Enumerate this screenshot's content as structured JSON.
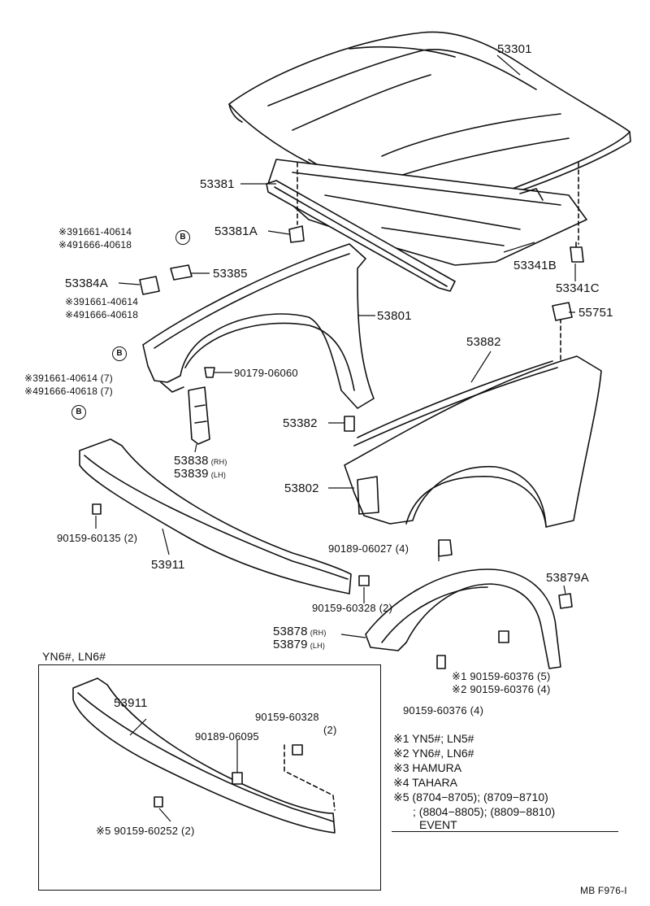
{
  "diagram_ref": "MB F976-I",
  "parts": {
    "hood": "53301",
    "hood_seal": "53381",
    "hood_cushion": "53381A",
    "hood_insulator": "53341B",
    "insulator_retainer": "53341C",
    "fender_liner_cover": "55751",
    "fender_rh": "53801",
    "fender_lh": "53802",
    "fender_moulding": "53882",
    "fender_stopper": "53382",
    "cushion_53384A": "53384A",
    "clip_53385": "53385",
    "screw_90179": "90179-06060",
    "bracket_rh": "53838",
    "bracket_lh": "53839",
    "bumper_lower": "53911",
    "bolt_60135": "90159-60135",
    "bolt_60135_qty": "(2)",
    "nut_06027": "90189-06027",
    "nut_06027_qty": "(4)",
    "bolt_60328": "90159-60328",
    "bolt_60328_qty": "(2)",
    "liner_clip": "53879A",
    "liner_rh": "53878",
    "liner_lh": "53879",
    "bolt_60376_a": "90159-60376",
    "bolt_60376_a_qty": "(5)",
    "bolt_60376_b": "90159-60376",
    "bolt_60376_b_qty": "(4)",
    "bolt_60376_c": "90159-60376",
    "bolt_60376_c_qty": "(4)",
    "rh": "(RH)",
    "lh": "(LH)"
  },
  "group_top": {
    "a1_mark": "※3",
    "a1_part": "91661-40614",
    "a2_mark": "※4",
    "a2_part": "91666-40618",
    "b1_mark": "※3",
    "b1_part": "91661-40614",
    "b2_mark": "※4",
    "b2_part": "91666-40618",
    "c1_mark": "※3",
    "c1_part": "91661-40614",
    "c1_qty": "(7)",
    "c2_mark": "※4",
    "c2_part": "91666-40618",
    "c2_qty": "(7)",
    "ref_b": "B"
  },
  "liner_marks": {
    "m1": "※1",
    "m2": "※2"
  },
  "inset": {
    "title": "YN6#, LN6#",
    "bumper": "53911",
    "nut": "90189-06095",
    "bolt_top": "90159-60328",
    "bolt_top_qty": "(2)",
    "bolt_mark": "※5",
    "bolt": "90159-60252",
    "bolt_qty": "(2)"
  },
  "legend": [
    {
      "mark": "※1",
      "text": "YN5#; LN5#"
    },
    {
      "mark": "※2",
      "text": "YN6#, LN6#"
    },
    {
      "mark": "※3",
      "text": "HAMURA"
    },
    {
      "mark": "※4",
      "text": "TAHARA"
    },
    {
      "mark": "※5",
      "text": "(8704−8705); (8709−8710)"
    },
    {
      "mark": "",
      "text": "; (8804−8805); (8809−8810)"
    },
    {
      "mark": "",
      "text": "EVENT"
    }
  ]
}
